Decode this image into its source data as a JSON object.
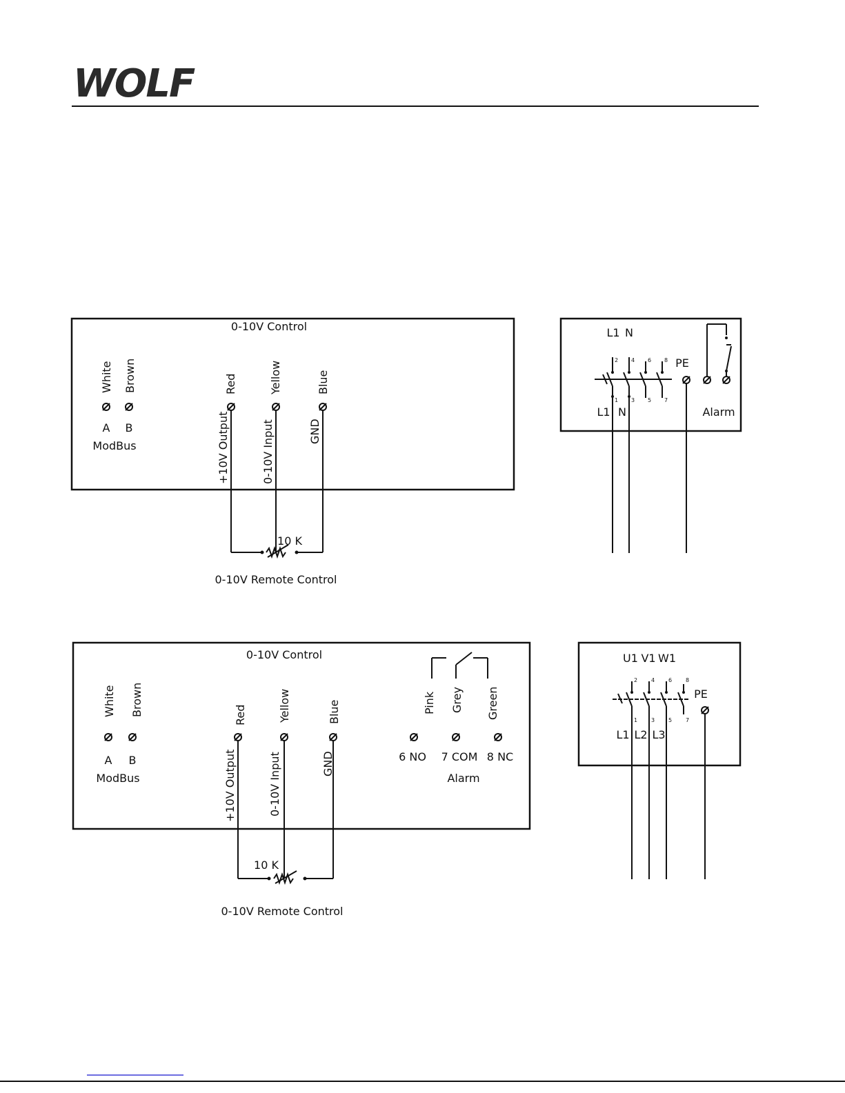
{
  "header": {
    "logo_text": "WOLF"
  },
  "diagram1": {
    "control_title": "0-10V Control",
    "modbus": {
      "wire_a": "White",
      "wire_b": "Brown",
      "term_a": "A",
      "term_b": "B",
      "label": "ModBus"
    },
    "wires": [
      {
        "color": "Red",
        "function": "+10V Output"
      },
      {
        "color": "Yellow",
        "function": "0-10V Input"
      },
      {
        "color": "Blue",
        "function": "GND"
      }
    ],
    "resistor": "10 K",
    "remote_label": "0-10V Remote Control",
    "power": {
      "top_labels": [
        "L1",
        "N"
      ],
      "bottom_labels": [
        "L1",
        "N"
      ],
      "pins_top": [
        "2",
        "4",
        "6",
        "8"
      ],
      "pins_bottom": [
        "1",
        "3",
        "5",
        "7"
      ],
      "pe": "PE",
      "alarm": "Alarm"
    }
  },
  "diagram2": {
    "control_title": "0-10V Control",
    "modbus": {
      "wire_a": "White",
      "wire_b": "Brown",
      "term_a": "A",
      "term_b": "B",
      "label": "ModBus"
    },
    "wires": [
      {
        "color": "Red",
        "function": "+10V Output"
      },
      {
        "color": "Yellow",
        "function": "0-10V Input"
      },
      {
        "color": "Blue",
        "function": "GND"
      }
    ],
    "alarm_wires": [
      "Pink",
      "Grey",
      "Green"
    ],
    "alarm_terms": [
      "6 NO",
      "7 COM",
      "8 NC"
    ],
    "alarm_label": "Alarm",
    "resistor": "10 K",
    "remote_label": "0-10V Remote Control",
    "power": {
      "top_labels": [
        "U1",
        "V1",
        "W1"
      ],
      "bottom_labels": [
        "L1",
        "L2",
        "L3"
      ],
      "pins_top": [
        "2",
        "4",
        "6",
        "8"
      ],
      "pins_bottom": [
        "1",
        "3",
        "5",
        "7"
      ],
      "pe": "PE"
    }
  }
}
